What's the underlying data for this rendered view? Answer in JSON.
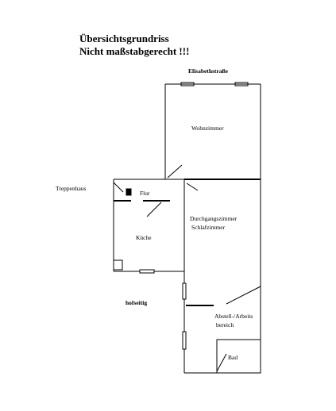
{
  "title_line1": "Übersichtsgrundriss",
  "title_line2": "Nicht maßstabgerecht !!!",
  "labels": {
    "street": "Elisabethstraße",
    "living_room": "Wohnzimmer",
    "stairwell": "Treppenhaus",
    "hallway": "Flur",
    "passage_room_line1": "Durchgangszimmer",
    "passage_room_line2": "Schlafzimmer",
    "kitchen": "Küche",
    "courtyard_side": "hofseitig",
    "storage_line1": "Abstell-/Arbeits",
    "storage_line2": "bereich",
    "bath": "Bad"
  },
  "colors": {
    "line": "#000000",
    "background": "#ffffff"
  }
}
